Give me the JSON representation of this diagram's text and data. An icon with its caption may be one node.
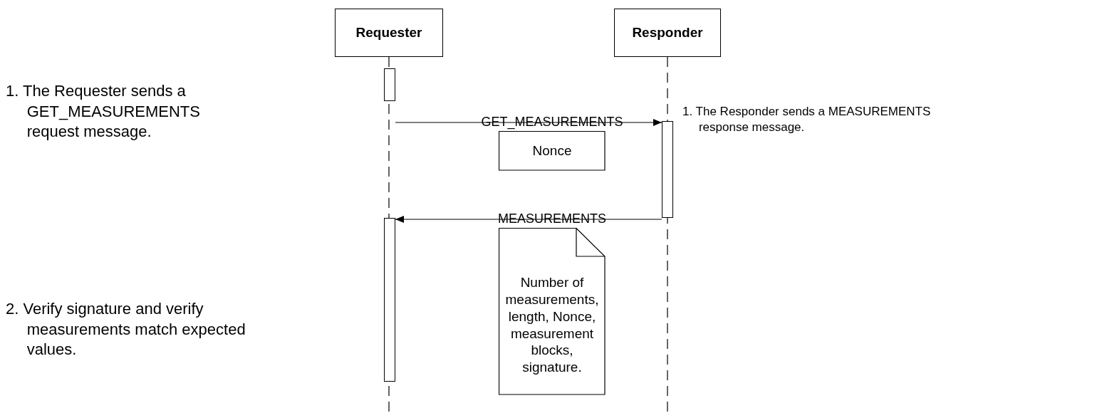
{
  "diagram": {
    "nodes": [
      {
        "text": [
          "Requester"
        ]
      },
      {
        "text": [
          "Responder"
        ]
      },
      {
        "text": [],
        "shape": "bar"
      },
      {
        "text": [],
        "shape": "bar"
      },
      {
        "text": [],
        "shape": "bar"
      },
      {
        "text": [
          "Nonce"
        ]
      },
      {
        "text": [
          "Number of measurements, length, Nonce, measurement blocks, signature."
        ]
      }
    ],
    "edges": [
      {
        "from": 2,
        "to": 3,
        "arrow": "to",
        "label": "GET_MEASUREMENTS"
      },
      {
        "from": 3,
        "to": 4,
        "arrow": "to",
        "label": "MEASUREMENTS"
      }
    ],
    "labels": [
      "1. The Requester sends a GET_MEASUREMENTS request message.",
      "1. The Responder sends a MEASUREMENTS response message.",
      "2. Verify signature and verify measurements match expected values."
    ]
  }
}
